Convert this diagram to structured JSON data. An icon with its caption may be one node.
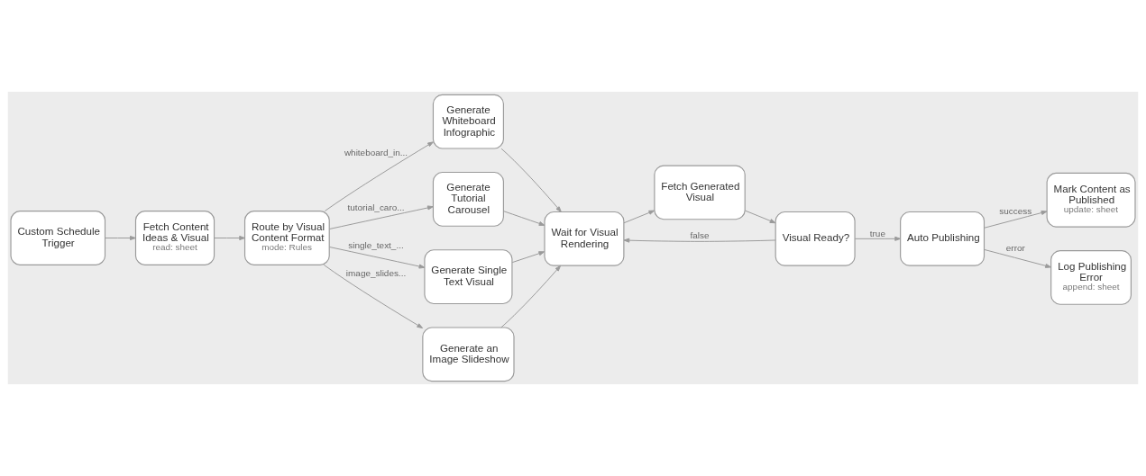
{
  "diagram": {
    "nodes": [
      {
        "text": [
          "Custom Schedule Trigger"
        ]
      },
      {
        "text": [
          "Fetch Content Ideas & Visual",
          "read: sheet"
        ]
      },
      {
        "text": [
          "Route by Visual Content Format",
          "mode: Rules"
        ]
      },
      {
        "text": [
          "Generate Whiteboard Infographic"
        ]
      },
      {
        "text": [
          "Generate Tutorial Carousel"
        ]
      },
      {
        "text": [
          "Generate Single Text Visual"
        ]
      },
      {
        "text": [
          "Generate an Image Slideshow"
        ]
      },
      {
        "text": [
          "Wait for Visual Rendering"
        ]
      },
      {
        "text": [
          "Fetch Generated Visual"
        ]
      },
      {
        "text": [
          "Visual Ready?"
        ]
      },
      {
        "text": [
          "Auto Publishing"
        ]
      },
      {
        "text": [
          "Mark Content as Published",
          "update: sheet"
        ]
      },
      {
        "text": [
          "Log Publishing Error",
          "append: sheet"
        ]
      }
    ],
    "edges": [
      {
        "from": 0,
        "to": 1,
        "arrow": "to"
      },
      {
        "from": 1,
        "to": 2,
        "arrow": "to"
      },
      {
        "from": 2,
        "to": 3,
        "arrow": "to",
        "label": "whiteboard_in..."
      },
      {
        "from": 2,
        "to": 4,
        "arrow": "to",
        "label": "tutorial_caro..."
      },
      {
        "from": 2,
        "to": 5,
        "arrow": "to",
        "label": "single_text_..."
      },
      {
        "from": 2,
        "to": 6,
        "arrow": "to",
        "label": "image_slides..."
      },
      {
        "from": 3,
        "to": 7,
        "arrow": "to"
      },
      {
        "from": 4,
        "to": 7,
        "arrow": "to"
      },
      {
        "from": 5,
        "to": 7,
        "arrow": "to"
      },
      {
        "from": 6,
        "to": 7,
        "arrow": "to"
      },
      {
        "from": 7,
        "to": 8,
        "arrow": "to"
      },
      {
        "from": 8,
        "to": 9,
        "arrow": "to"
      },
      {
        "from": 9,
        "to": 10,
        "arrow": "to",
        "label": "true"
      },
      {
        "from": 9,
        "to": 7,
        "arrow": "to",
        "label": "false"
      },
      {
        "from": 10,
        "to": 11,
        "arrow": "to",
        "label": "success"
      },
      {
        "from": 10,
        "to": 12,
        "arrow": "to",
        "label": "error"
      }
    ]
  }
}
